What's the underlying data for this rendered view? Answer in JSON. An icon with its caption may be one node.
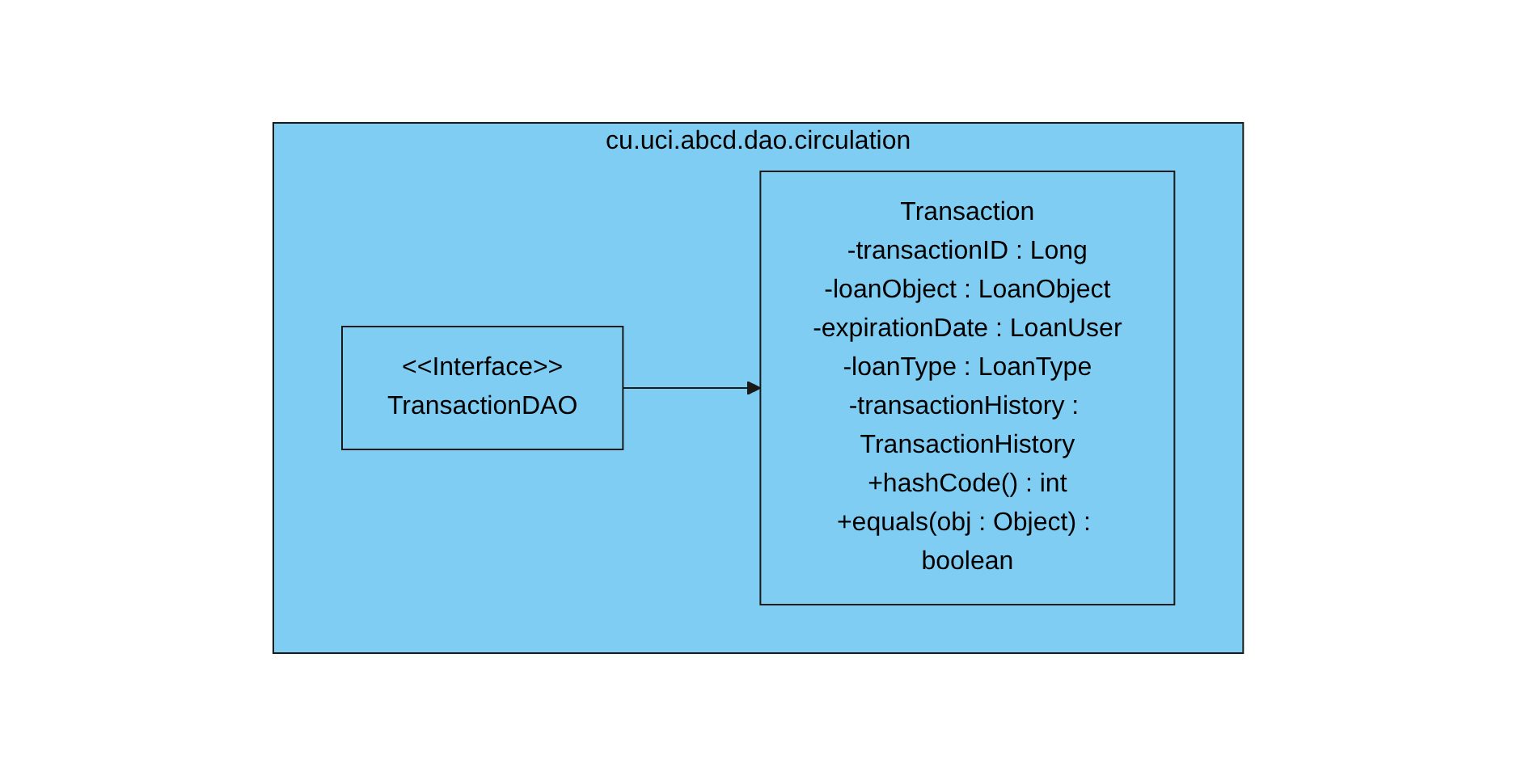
{
  "diagram": {
    "nodes": [
      {
        "text": [
          "cu.uci.abcd.dao.circulation"
        ]
      },
      {
        "text": [
          "<<Interface>>",
          "TransactionDAO"
        ],
        "in": 0
      },
      {
        "text": [
          "Transaction",
          "-transactionID : Long",
          "-loanObject : LoanObject",
          "-expirationDate : LoanUser",
          "-loanType : LoanType",
          "-transactionHistory : TransactionHistory",
          "+hashCode() : int",
          "+equals(obj : Object) : boolean"
        ],
        "in": 0
      }
    ],
    "edges": [
      {
        "from": 1,
        "to": 2,
        "arrow": "to"
      }
    ]
  }
}
